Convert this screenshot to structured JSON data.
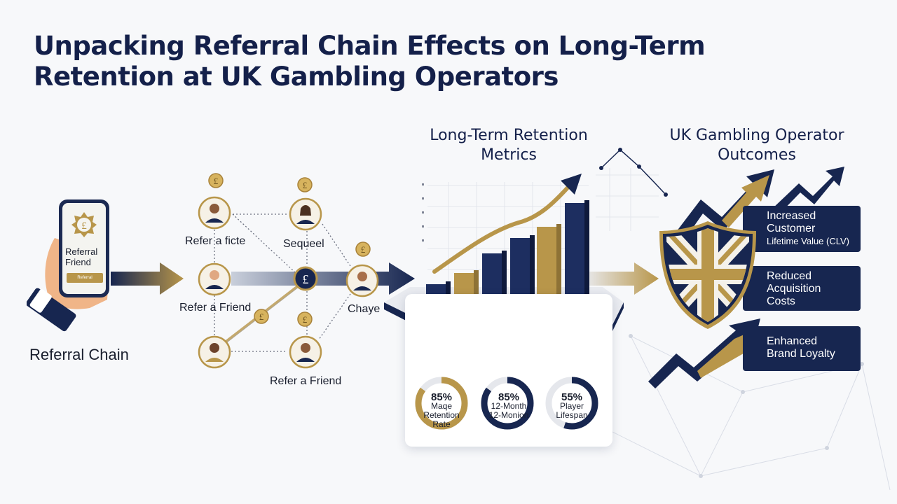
{
  "title": "Unpacking Referral Chain Effects on Long-Term Retention at UK Gambling Operators",
  "left": {
    "section_label": "Referral Chain",
    "phone_text": "Referral Friend",
    "phone_button": "Referral"
  },
  "network": {
    "nodes": [
      {
        "label": "Refer a ficte"
      },
      {
        "label": "Sequeel"
      },
      {
        "label": "Refer a Friend"
      },
      {
        "label": "Chaye"
      },
      {
        "label": "Refer a Friend"
      }
    ],
    "coin_symbol": "£"
  },
  "middle": {
    "title": "Long-Term Retention Metrics",
    "gauges": [
      {
        "value": "85%",
        "line1": "Maqe",
        "line2": "Retention",
        "line3": "Rate",
        "fraction": 0.85
      },
      {
        "value": "85%",
        "line1": "12-Month",
        "line2": "12-Monion",
        "line3": "",
        "fraction": 0.85
      },
      {
        "value": "55%",
        "line1": "Player",
        "line2": "Lifespan",
        "line3": "",
        "fraction": 0.55
      }
    ]
  },
  "right": {
    "title": "UK Gambling Operator Outcomes",
    "outcomes": [
      {
        "line1": "Increased",
        "line2": "Customer",
        "line3": "Lifetime Value (CLV)"
      },
      {
        "line1": "Reduced",
        "line2": "Acquisition",
        "line3": "Costs"
      },
      {
        "line1": "Enhanced",
        "line2": "Brand Loyalty",
        "line3": ""
      }
    ]
  },
  "colors": {
    "navy": "#172650",
    "gold": "#b8964a",
    "light": "#f7f8fa"
  }
}
